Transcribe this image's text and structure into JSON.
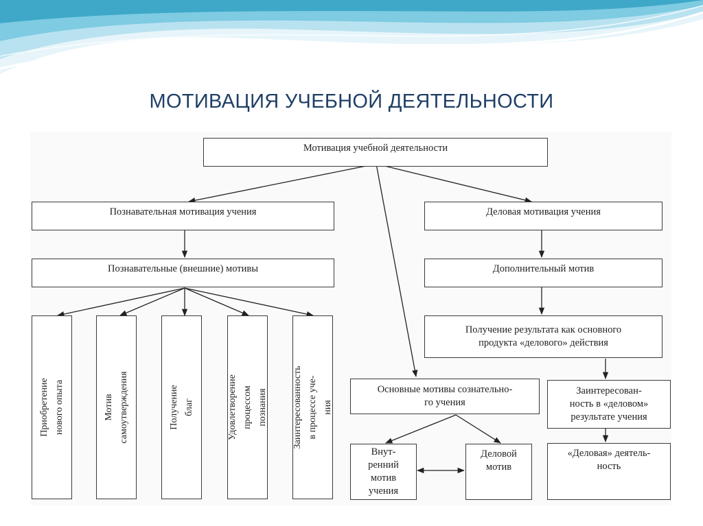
{
  "slide": {
    "title": "МОТИВАЦИЯ УЧЕБНОЙ ДЕЯТЕЛЬНОСТИ",
    "colors": {
      "title": "#1f3f66",
      "wave_light": "#cfeaf5",
      "wave_mid": "#8fd0e4",
      "wave_dark": "#4fb3d0"
    }
  },
  "diagram": {
    "root": "Мотивация учебной деятельности",
    "cognitive": {
      "motivation": "Познавательная мотивация учения",
      "motives": "Познавательные (внешние) мотивы",
      "items": [
        "Приобретение нового опыта",
        "Мотив самоутверждения",
        "Получение благ",
        "Удовлетворение процессом познания",
        "Заинтересованность в процессе уче-\nния"
      ]
    },
    "business": {
      "motivation": "Деловая мотивация учения",
      "additional": "Дополнительный мотив",
      "result": "Получение результата как основного\nпродукта «делового» действия",
      "interest": "Заинтересован-\nность в «деловом»\nрезультате учения",
      "activity": "«Деловая» деятель-\nность"
    },
    "conscious": {
      "main": "Основные мотивы сознательно-\nго учения",
      "internal": "Внут-\nренний\nмотив\nучения",
      "business_motive": "Деловой\nмотив"
    }
  }
}
